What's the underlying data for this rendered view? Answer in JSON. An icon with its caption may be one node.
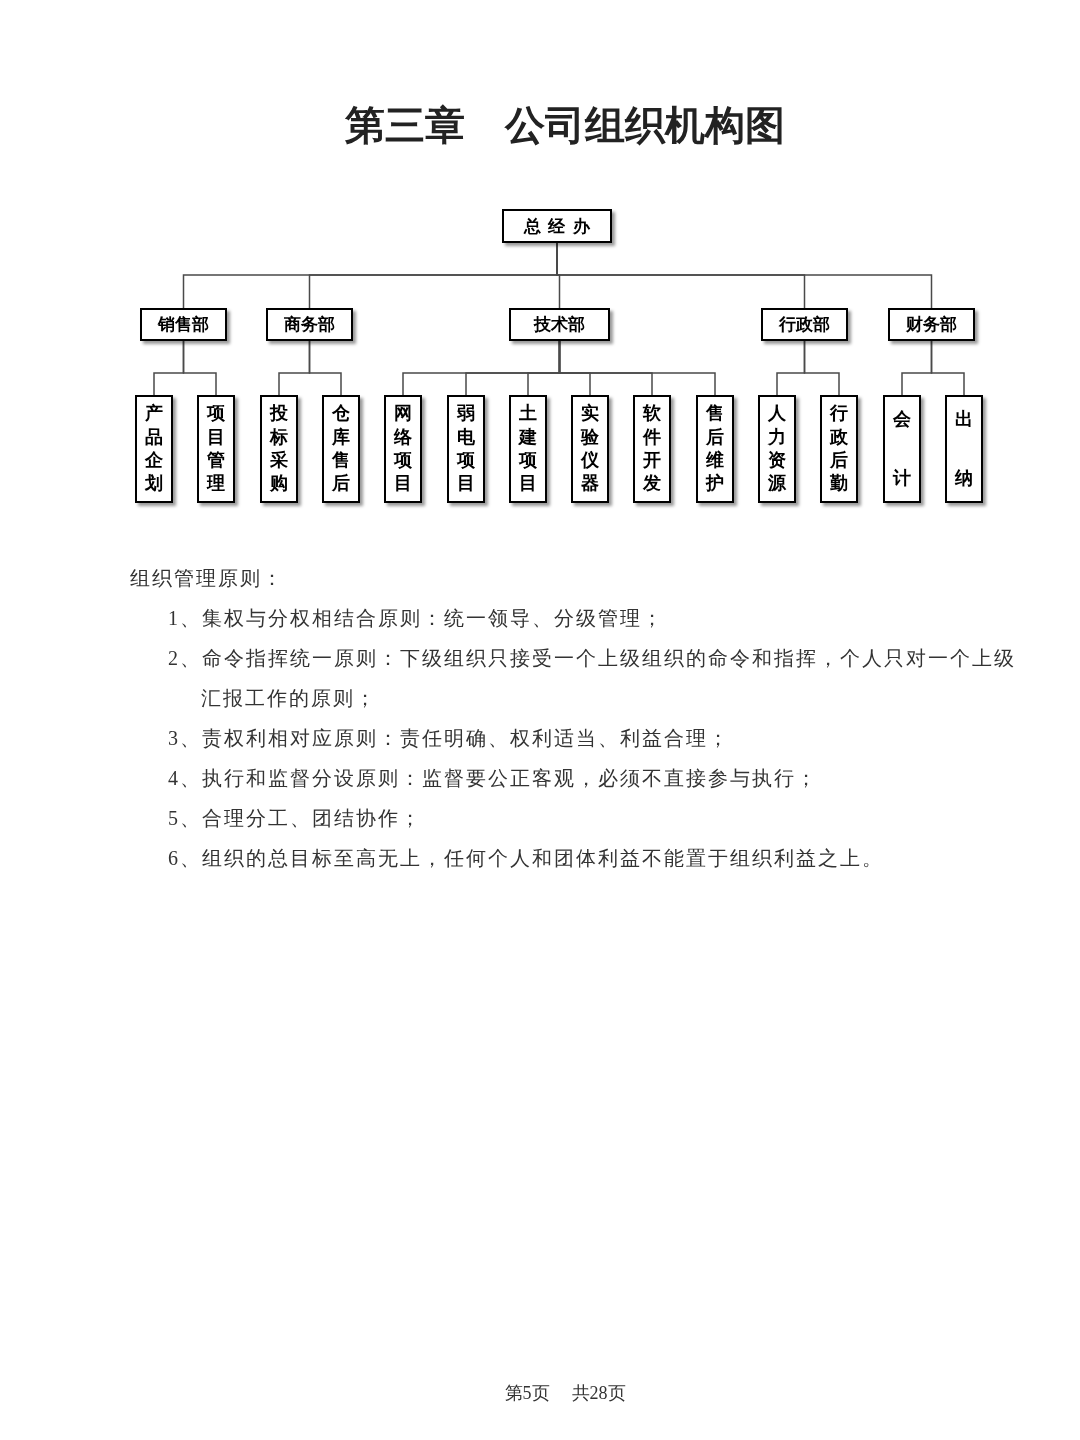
{
  "diagram": {
    "title": "第三章　公司组织机构图",
    "nodes": [
      {
        "text": [
          "总经办"
        ]
      },
      {
        "text": [
          "销售部"
        ]
      },
      {
        "text": [
          "商务部"
        ]
      },
      {
        "text": [
          "技术部"
        ]
      },
      {
        "text": [
          "行政部"
        ]
      },
      {
        "text": [
          "财务部"
        ]
      },
      {
        "text": [
          "产品企划"
        ]
      },
      {
        "text": [
          "项目管理"
        ]
      },
      {
        "text": [
          "投标采购"
        ]
      },
      {
        "text": [
          "仓库售后"
        ]
      },
      {
        "text": [
          "网络项目"
        ]
      },
      {
        "text": [
          "弱电项目"
        ]
      },
      {
        "text": [
          "土建项目"
        ]
      },
      {
        "text": [
          "实验仪器"
        ]
      },
      {
        "text": [
          "软件开发"
        ]
      },
      {
        "text": [
          "售后维护"
        ]
      },
      {
        "text": [
          "人力资源"
        ]
      },
      {
        "text": [
          "行政后勤"
        ]
      },
      {
        "text": [
          "会计"
        ]
      },
      {
        "text": [
          "出纳"
        ]
      }
    ],
    "edges": [
      {
        "from": 0,
        "to": 1,
        "arrow": "none"
      },
      {
        "from": 0,
        "to": 2,
        "arrow": "none"
      },
      {
        "from": 0,
        "to": 3,
        "arrow": "none"
      },
      {
        "from": 0,
        "to": 4,
        "arrow": "none"
      },
      {
        "from": 0,
        "to": 5,
        "arrow": "none"
      },
      {
        "from": 1,
        "to": 6,
        "arrow": "none"
      },
      {
        "from": 1,
        "to": 7,
        "arrow": "none"
      },
      {
        "from": 2,
        "to": 8,
        "arrow": "none"
      },
      {
        "from": 2,
        "to": 9,
        "arrow": "none"
      },
      {
        "from": 3,
        "to": 10,
        "arrow": "none"
      },
      {
        "from": 3,
        "to": 11,
        "arrow": "none"
      },
      {
        "from": 3,
        "to": 12,
        "arrow": "none"
      },
      {
        "from": 3,
        "to": 13,
        "arrow": "none"
      },
      {
        "from": 3,
        "to": 14,
        "arrow": "none"
      },
      {
        "from": 3,
        "to": 15,
        "arrow": "none"
      },
      {
        "from": 4,
        "to": 16,
        "arrow": "none"
      },
      {
        "from": 4,
        "to": 17,
        "arrow": "none"
      },
      {
        "from": 5,
        "to": 18,
        "arrow": "none"
      },
      {
        "from": 5,
        "to": 19,
        "arrow": "none"
      }
    ],
    "labels": [
      "组织管理原则：",
      "1、集权与分权相结合原则：统一领导、分级管理；",
      "2、命令指挥统一原则：下级组织只接受一个上级组织的命令和指挥，个人只对一个上级汇报工作的原则；",
      "3、责权利相对应原则：责任明确、权利适当、利益合理；",
      "4、执行和监督分设原则：监督要公正客观，必须不直接参与执行；",
      "5、合理分工、团结协作；",
      "6、组织的总目标至高无上，任何个人和团体利益不能置于组织利益之上。",
      "第5页",
      "共28页"
    ]
  }
}
